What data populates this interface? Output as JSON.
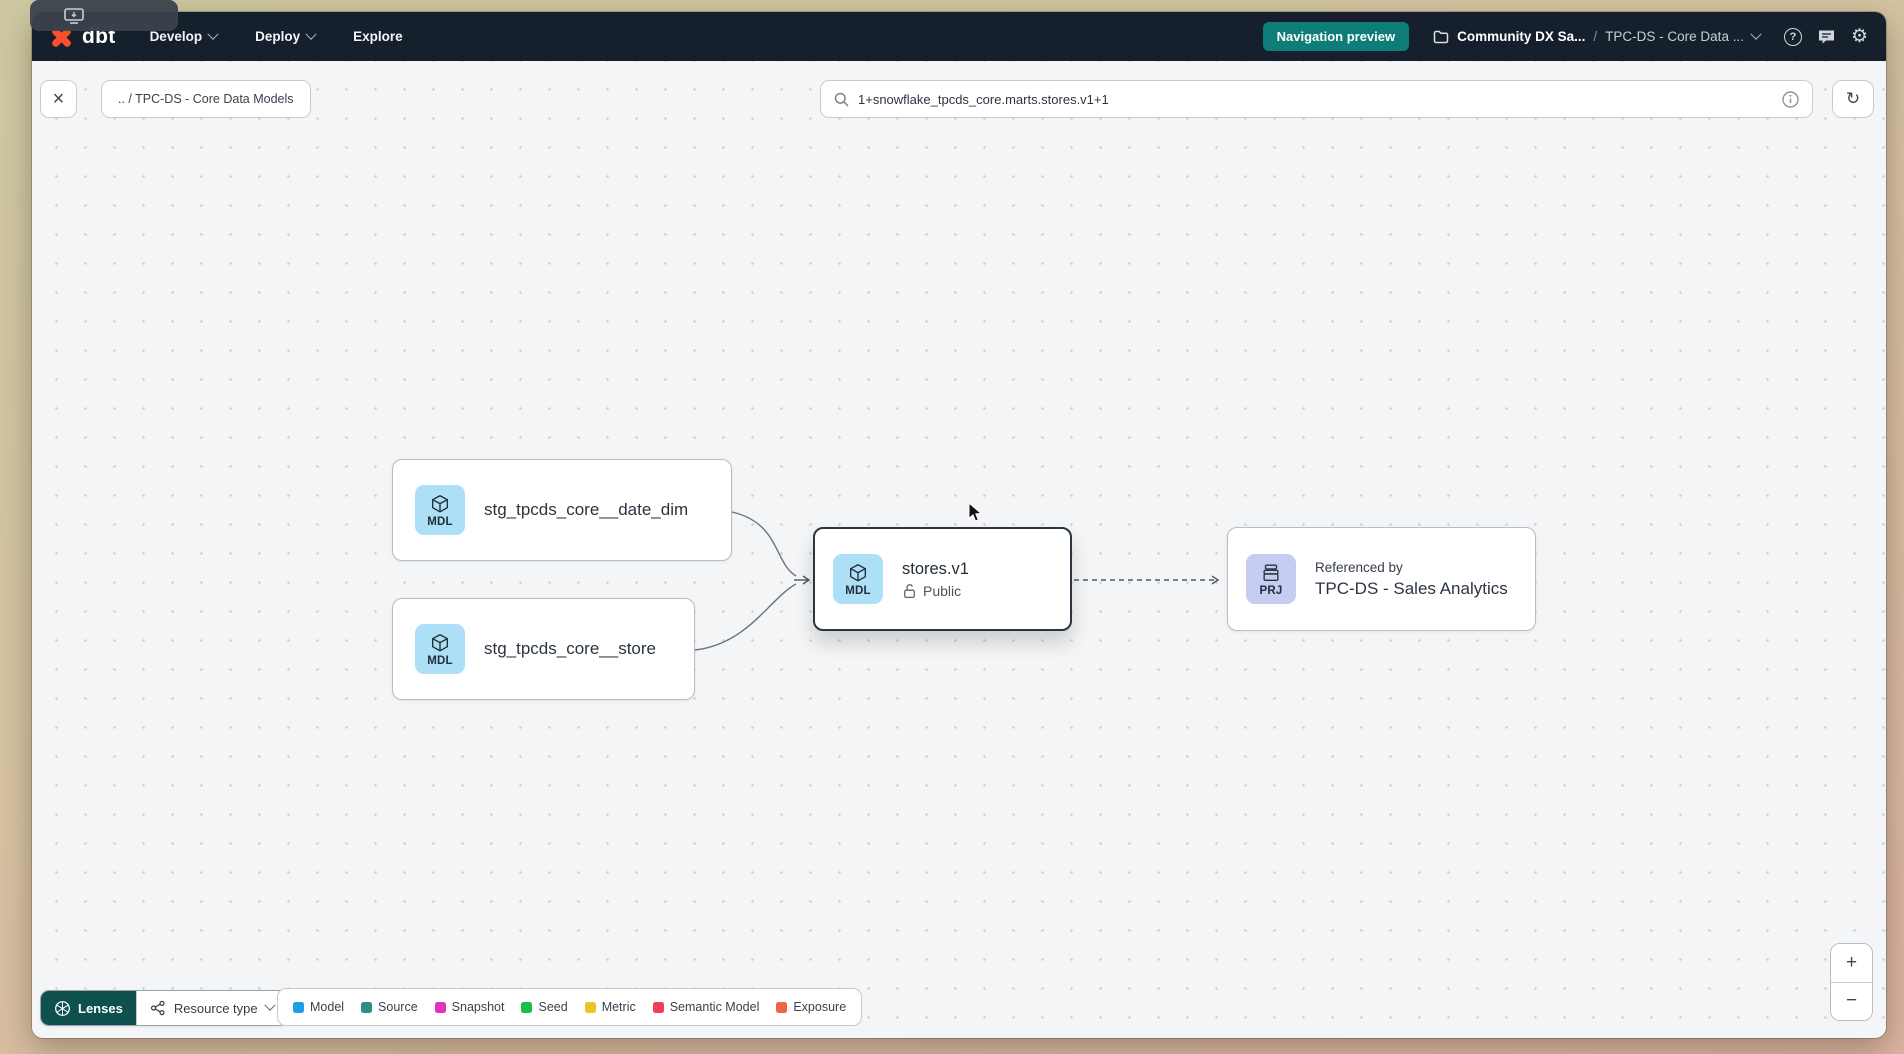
{
  "colors": {
    "navbar_bg": "#16202d",
    "accent_teal": "#0e7d77",
    "lenses_teal": "#0d504d",
    "canvas_bg": "#f4f5f6",
    "model_tile": "#ade0f6",
    "project_tile": "#c7cdf2",
    "selected_border": "#2a3540",
    "dbt_orange": "#fb4f2e"
  },
  "navbar": {
    "brand": "dbt",
    "menu_items": [
      {
        "label": "Develop"
      },
      {
        "label": "Deploy"
      },
      {
        "label": "Explore"
      }
    ],
    "navigation_preview": "Navigation preview",
    "breadcrumb": {
      "project": "Community DX Sa...",
      "separator": "/",
      "environment": "TPC-DS - Core Data ..."
    }
  },
  "toolbar": {
    "path_chip": ".. / TPC-DS - Core Data Models",
    "search_value": "1+snowflake_tpcds_core.marts.stores.v1+1"
  },
  "graph": {
    "nodes": {
      "date_dim": {
        "badge": "MDL",
        "label": "stg_tpcds_core__date_dim"
      },
      "store": {
        "badge": "MDL",
        "label": "stg_tpcds_core__store"
      },
      "stores_v1": {
        "badge": "MDL",
        "label": "stores.v1",
        "access_label": "Public"
      },
      "sales_analytics": {
        "badge": "PRJ",
        "kicker": "Referenced by",
        "label": "TPC-DS - Sales Analytics"
      }
    }
  },
  "footer": {
    "lenses_label": "Lenses",
    "resource_type_label": "Resource type",
    "legend": [
      {
        "label": "Model",
        "color": "#1ca0e3"
      },
      {
        "label": "Source",
        "color": "#2f8e88"
      },
      {
        "label": "Snapshot",
        "color": "#e233bd"
      },
      {
        "label": "Seed",
        "color": "#17c04b"
      },
      {
        "label": "Metric",
        "color": "#ecc428"
      },
      {
        "label": "Semantic Model",
        "color": "#ef3e56"
      },
      {
        "label": "Exposure",
        "color": "#ef6446"
      }
    ]
  },
  "zoom_controls": {
    "zoom_in": "+",
    "zoom_out": "−"
  },
  "icons": {
    "close": "×",
    "refresh": "↻",
    "help": "?",
    "gear": "⚙"
  }
}
